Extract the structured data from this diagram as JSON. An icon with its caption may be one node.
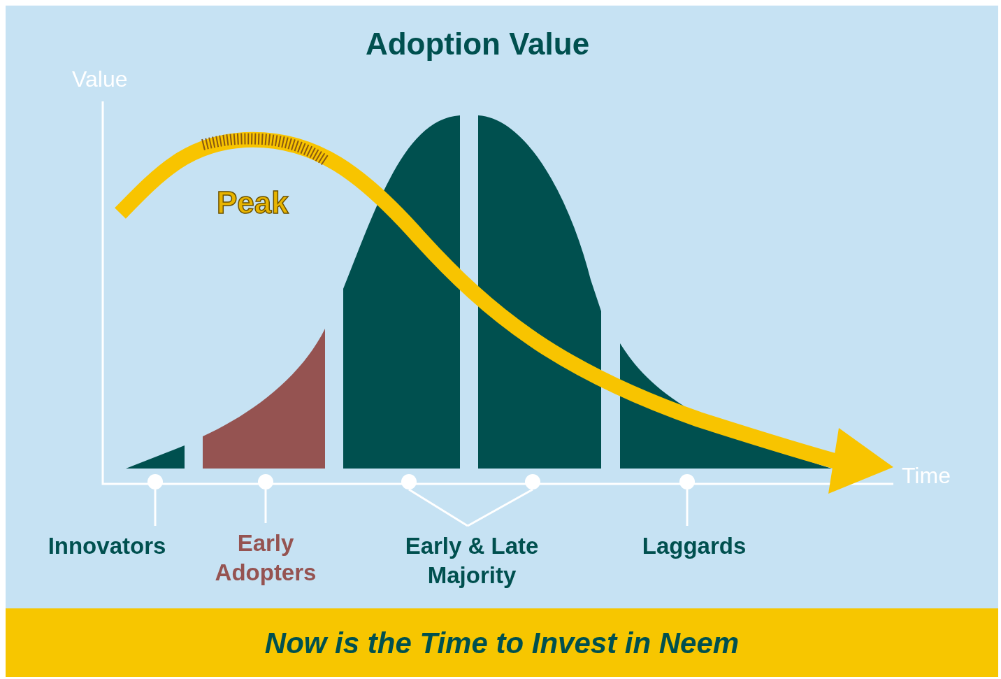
{
  "diagram": {
    "title": "Adoption Value",
    "caption": "Now is the Time to Invest in Neem",
    "nodes": [
      {
        "text": [
          "Innovators"
        ]
      },
      {
        "text": [
          "Early Adopters"
        ]
      },
      {
        "text": [
          "Early & Late Majority"
        ]
      },
      {
        "text": [
          "Laggards"
        ]
      },
      {
        "text": [],
        "shape": "circle"
      },
      {
        "text": [],
        "shape": "circle"
      },
      {
        "text": [],
        "shape": "circle"
      },
      {
        "text": [],
        "shape": "circle"
      },
      {
        "text": [],
        "shape": "circle"
      }
    ],
    "edges": [
      {
        "from": 0,
        "to": 4,
        "arrow": "none"
      },
      {
        "from": 1,
        "to": 5,
        "arrow": "none"
      },
      {
        "from": 2,
        "to": 6,
        "arrow": "none"
      },
      {
        "from": 2,
        "to": 7,
        "arrow": "none"
      },
      {
        "from": 3,
        "to": 8,
        "arrow": "none"
      }
    ],
    "labels": [
      "Value",
      "Peak",
      "Time"
    ]
  }
}
